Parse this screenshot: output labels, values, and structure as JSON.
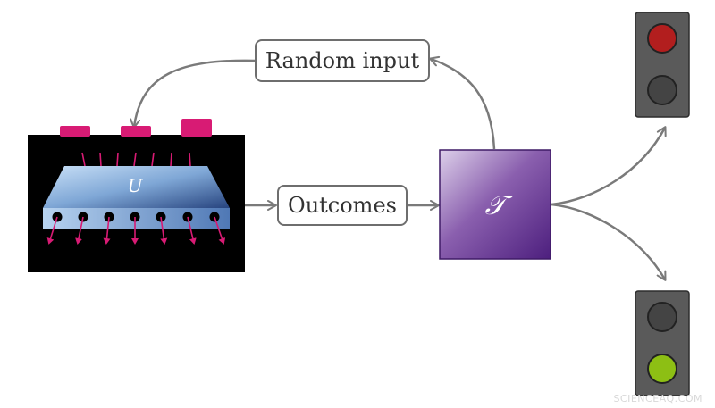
{
  "diagram": {
    "unitary_symbol": "U",
    "transform_symbol": "𝒯",
    "random_input_label": "Random input",
    "outcomes_label": "Outcomes",
    "traffic_lights": [
      {
        "id": "top",
        "active_lamp": "top",
        "active_color": "#b21e1e"
      },
      {
        "id": "bottom",
        "active_lamp": "bottom",
        "active_color": "#8dbf14"
      }
    ]
  },
  "watermark": "SCIENCEAQ.COM",
  "colors": {
    "arrow": "#7a7a7a",
    "magenta": "#d81b74",
    "transform_box": "#6a3a92",
    "device_panel": "#000000",
    "unlit_lamp": "#444444",
    "light_housing": "#5a5a5a"
  }
}
